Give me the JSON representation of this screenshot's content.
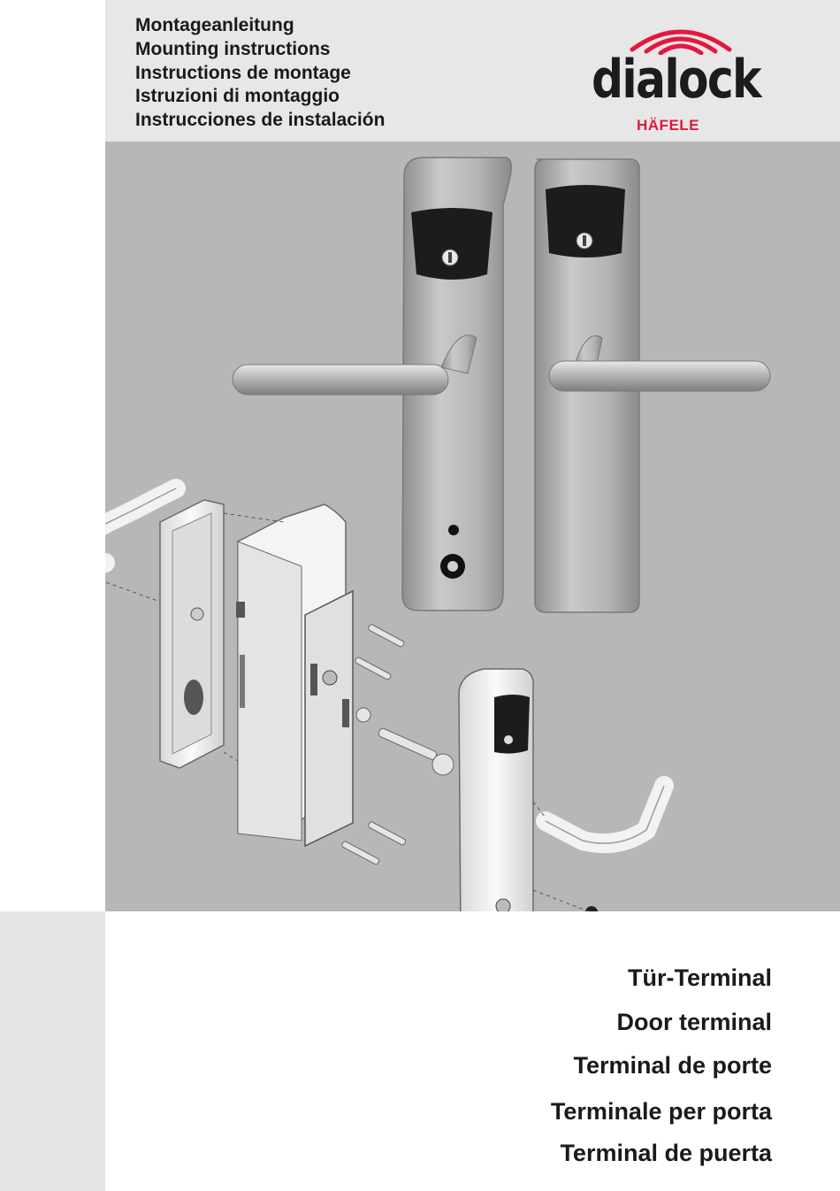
{
  "header": {
    "instructions": [
      "Montageanleitung",
      "Mounting instructions",
      "Instructions de montage",
      "Istruzioni di montaggio",
      "Instrucciones de instalación"
    ]
  },
  "logo": {
    "wordmark": "dialock",
    "brand": "HÄFELE",
    "accent_color": "#e3173e"
  },
  "product_titles": [
    "Tür-Terminal",
    "Door terminal",
    "Terminal de porte",
    "Terminale per porta",
    "Terminal de puerta"
  ],
  "colors": {
    "header_band": "#e7e7e7",
    "photo_band": "#b7b7b7",
    "side_strip": "#e6e6e6",
    "text": "#1a1a1a"
  }
}
